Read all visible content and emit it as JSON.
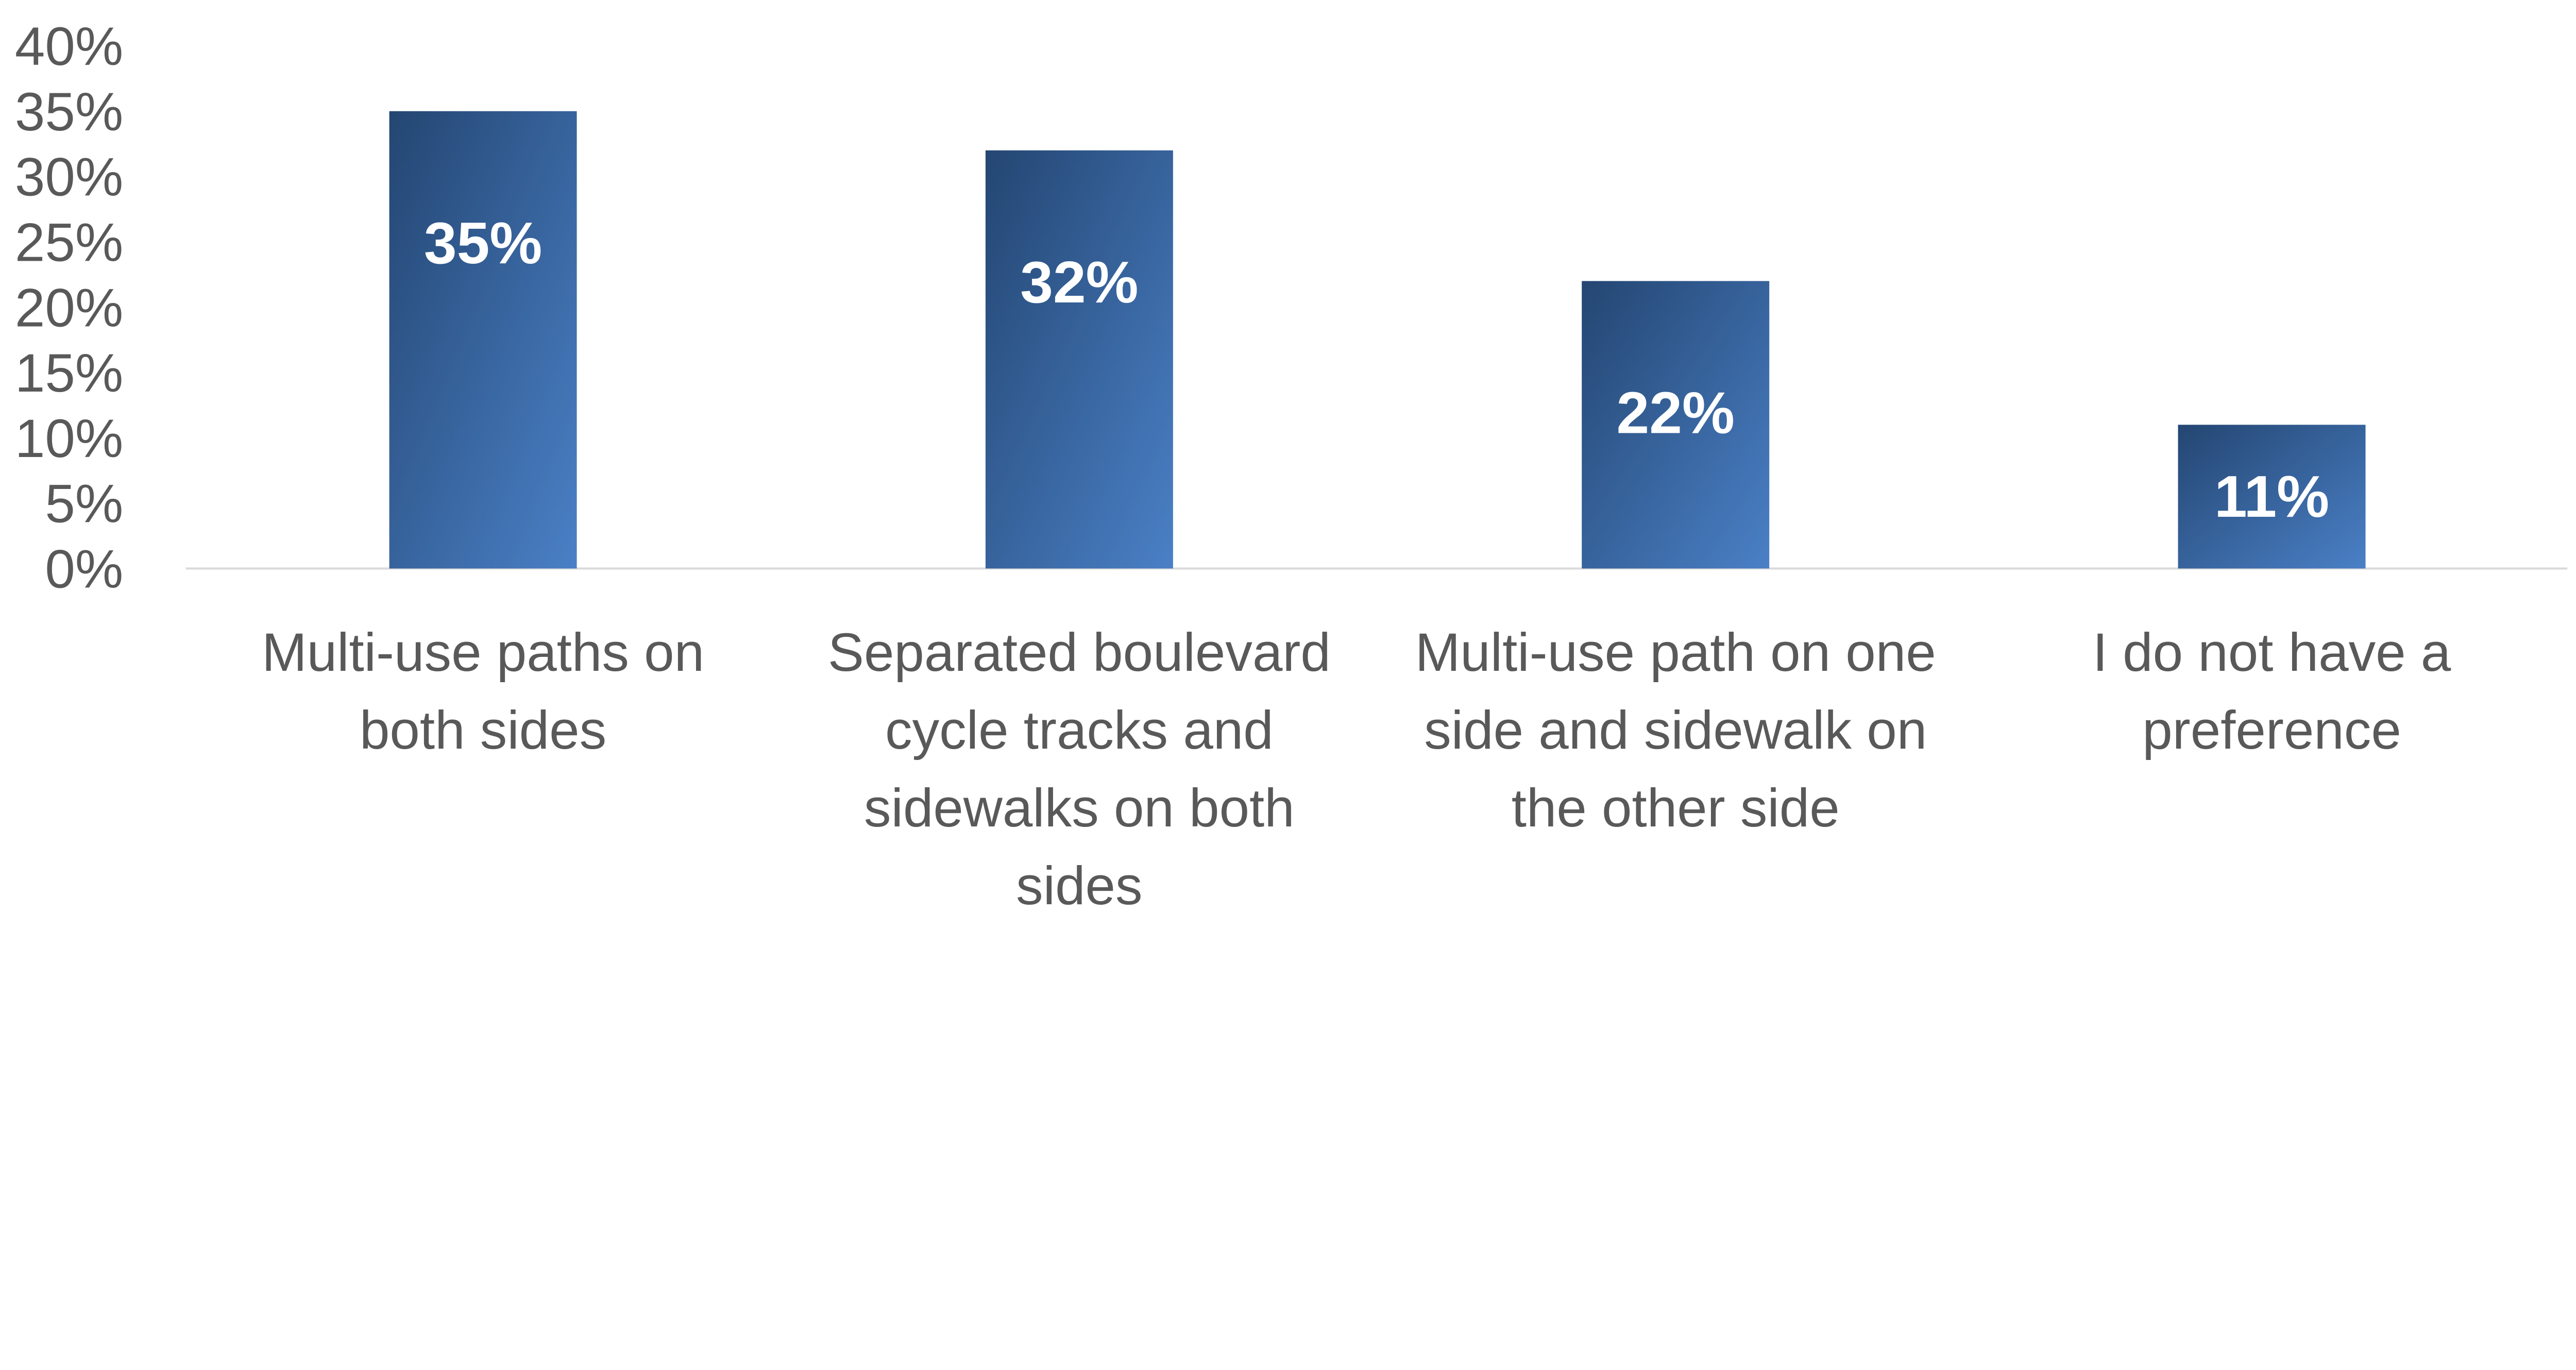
{
  "chart_data": {
    "type": "bar",
    "title": "",
    "xlabel": "",
    "ylabel": "",
    "categories": [
      [
        "Multi-use paths on",
        "both sides"
      ],
      [
        "Separated boulevard",
        "cycle tracks and",
        "sidewalks on both",
        "sides"
      ],
      [
        "Multi-use path on one",
        "side and sidewalk on",
        "the other side"
      ],
      [
        "I do not have a",
        "preference"
      ]
    ],
    "values": [
      35,
      32,
      22,
      11
    ],
    "data_labels": [
      "35%",
      "32%",
      "22%",
      "11%"
    ],
    "ylim": [
      0,
      40
    ],
    "yticks": [
      "0%",
      "5%",
      "10%",
      "15%",
      "20%",
      "25%",
      "30%",
      "35%",
      "40%"
    ],
    "grid": false,
    "legend": "none",
    "colors": {
      "bar_start": "#244672",
      "bar_end": "#4a80c6",
      "text": "#595959",
      "axis": "#d9d9d9"
    }
  }
}
